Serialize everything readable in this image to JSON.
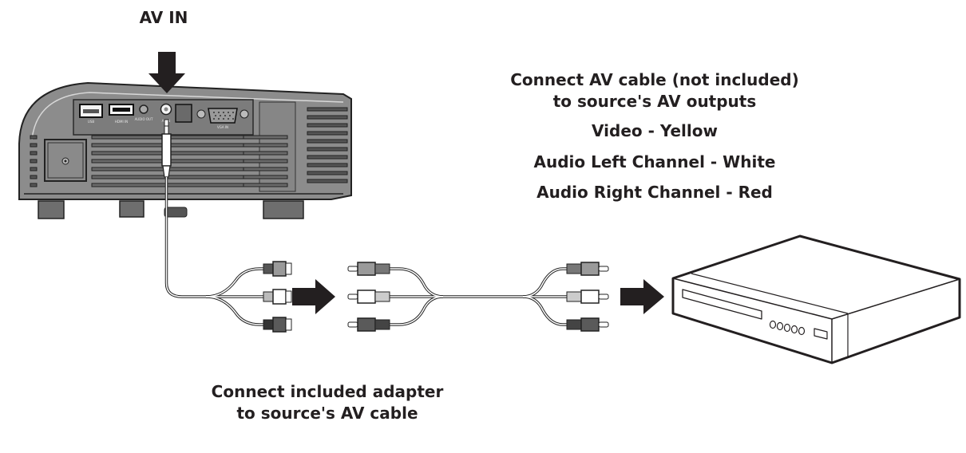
{
  "labels": {
    "av_in_title": "AV IN",
    "right_line1": "Connect AV cable (not included)",
    "right_line2": "to source's AV outputs",
    "video": "Video - Yellow",
    "audio_left": "Audio Left Channel - White",
    "audio_right": "Audio Right Channel - Red",
    "bottom_line1": "Connect included adapter",
    "bottom_line2": "to source's AV cable"
  },
  "projector": {
    "ports": [
      "USB",
      "HDMI IN",
      "AUDIO OUT",
      "AV IN",
      "VGA IN"
    ]
  },
  "colors": {
    "ink": "#231f20",
    "body": "#8a8a8a",
    "panel": "#7a7a7a",
    "plug_gray": "#9a9a9a",
    "plug_white": "#ffffff",
    "plug_dark": "#5a5a5a"
  }
}
